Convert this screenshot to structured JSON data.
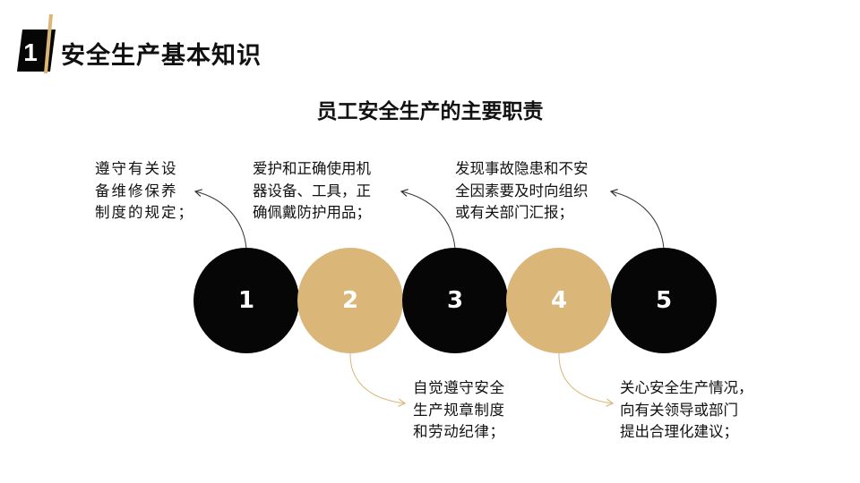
{
  "header": {
    "number": "1",
    "title": "安全生产基本知识"
  },
  "main_title": "员工安全生产的主要职责",
  "steps": [
    {
      "number": "1",
      "style": "dark",
      "text": "遵守有关设\n备维修保养\n制度的规定；"
    },
    {
      "number": "2",
      "style": "gold",
      "text": "自觉遵守安全\n生产规章制度\n和劳动纪律；"
    },
    {
      "number": "3",
      "style": "dark",
      "text": "爱护和正确使用机\n器设备、工具，正\n确佩戴防护用品；"
    },
    {
      "number": "4",
      "style": "gold",
      "text": "关心安全生产情况，\n向有关领导或部门\n提出合理化建议；"
    },
    {
      "number": "5",
      "style": "dark",
      "text": "发现事故隐患和不安\n全因素要及时向组织\n或有关部门汇报；"
    }
  ],
  "colors": {
    "dark": "#060606",
    "gold": "#dab679",
    "arrow_dark": "#333333",
    "arrow_gold": "#dab679"
  }
}
